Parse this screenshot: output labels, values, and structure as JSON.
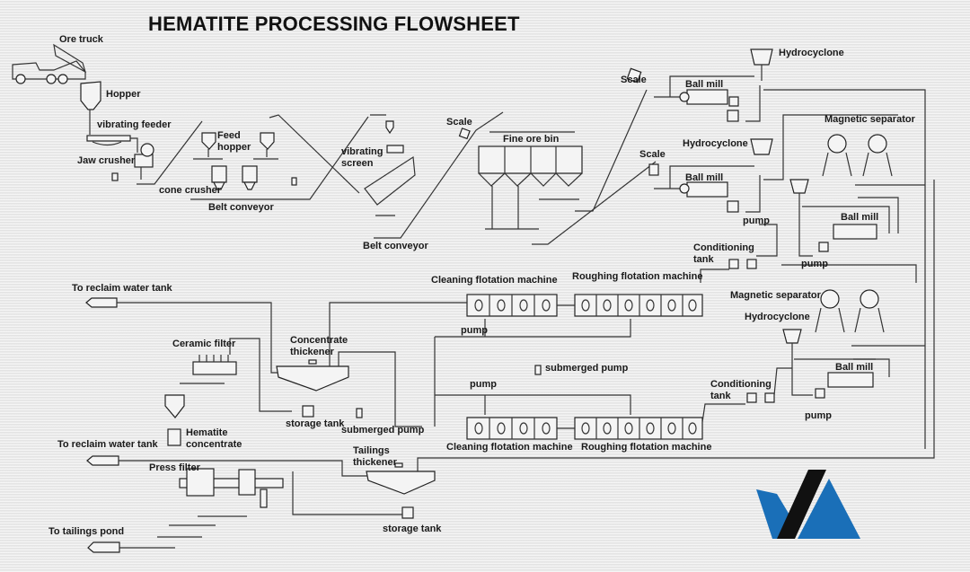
{
  "title": "HEMATITE PROCESSING FLOWSHEET",
  "labels": {
    "ore_truck": "Ore truck",
    "hopper": "Hopper",
    "vibrating_feeder": "vibrating feeder",
    "jaw_crusher": "Jaw crusher",
    "feed_hopper": "Feed\nhopper",
    "cone_crusher": "cone crusher",
    "belt_conveyor_1": "Belt conveyor",
    "vibrating_screen": "vibrating\nscreen",
    "belt_conveyor_2": "Belt conveyor",
    "scale_1": "Scale",
    "fine_ore_bin": "Fine ore bin",
    "scale_2": "Scale",
    "scale_3": "Scale",
    "hydrocyclone_1": "Hydrocyclone",
    "ball_mill_1": "Ball mill",
    "hydrocyclone_2": "Hydrocyclone",
    "ball_mill_2": "Ball mill",
    "pump_1": "pump",
    "magnetic_separator_1": "Magnetic separator",
    "ball_mill_3": "Ball mill",
    "pump_2": "pump",
    "conditioning_tank_1": "Conditioning\ntank",
    "cleaning_flotation_1": "Cleaning flotation machine",
    "roughing_flotation_1": "Roughing flotation machine",
    "pump_3": "pump",
    "submerged_pump_1": "submerged pump",
    "pump_4": "pump",
    "magnetic_separator_2": "Magnetic separator",
    "hydrocyclone_3": "Hydrocyclone",
    "ball_mill_4": "Ball mill",
    "conditioning_tank_2": "Conditioning\ntank",
    "pump_5": "pump",
    "cleaning_flotation_2": "Cleaning flotation machine",
    "roughing_flotation_2": "Roughing flotation machine",
    "to_reclaim_1": "To reclaim water tank",
    "ceramic_filter": "Ceramic filter",
    "concentrate_thickener": "Concentrate\nthickener",
    "storage_tank_1": "storage tank",
    "submerged_pump_2": "submerged pump",
    "hematite_concentrate": "Hematite\nconcentrate",
    "to_reclaim_2": "To reclaim water tank",
    "tailings_thickener": "Tailings\nthickener",
    "press_filter": "Press filter",
    "storage_tank_2": "storage tank",
    "to_tailings_pond": "To tailings pond"
  },
  "logo": {
    "name": "company-logo",
    "colors": {
      "blue": "#1a6fb8",
      "black": "#111111"
    }
  }
}
